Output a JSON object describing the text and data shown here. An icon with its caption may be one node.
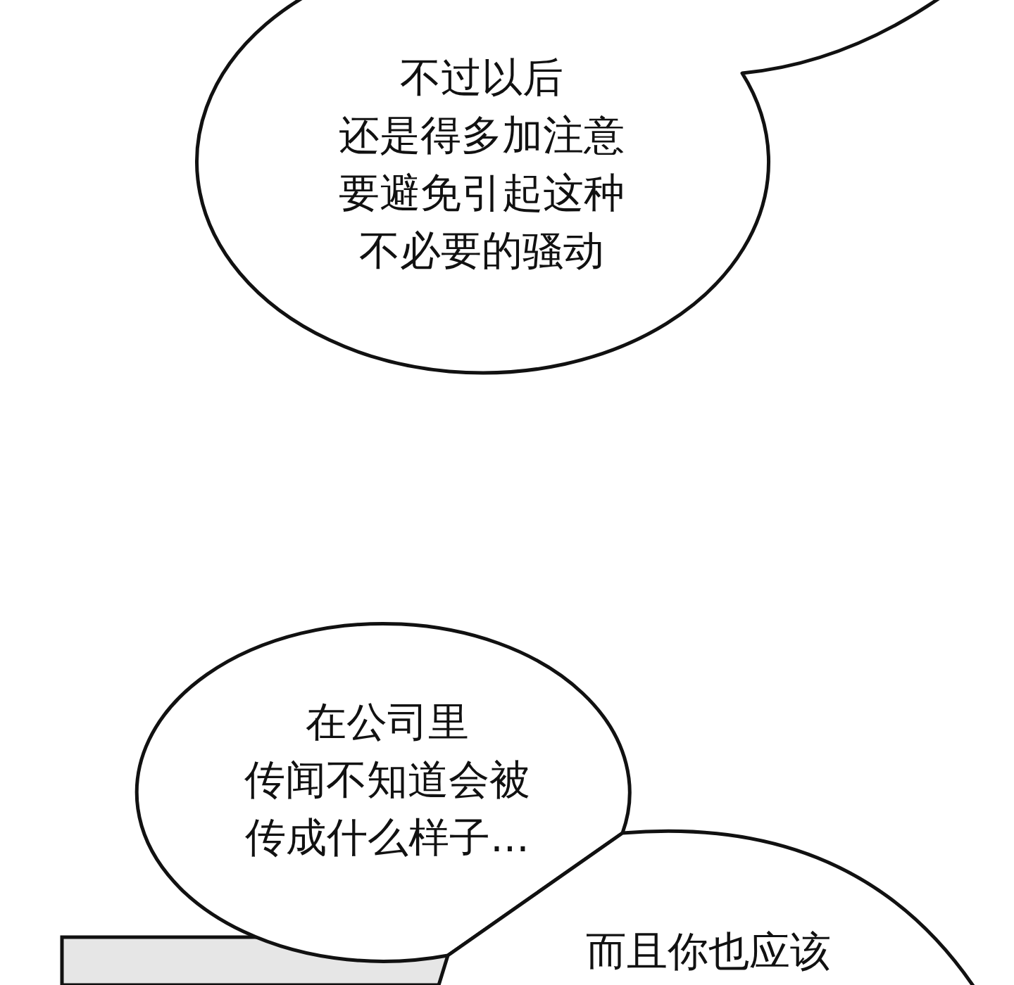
{
  "diagram": {
    "nodes": [
      {
        "text": [
          "不过以后还是得多加注意要避免引起这种不必要的骚动"
        ]
      },
      {
        "text": [
          "在公司里传闻不知道会被传成什么样子..."
        ]
      },
      {
        "text": [
          "而且你也应该"
        ]
      }
    ]
  }
}
